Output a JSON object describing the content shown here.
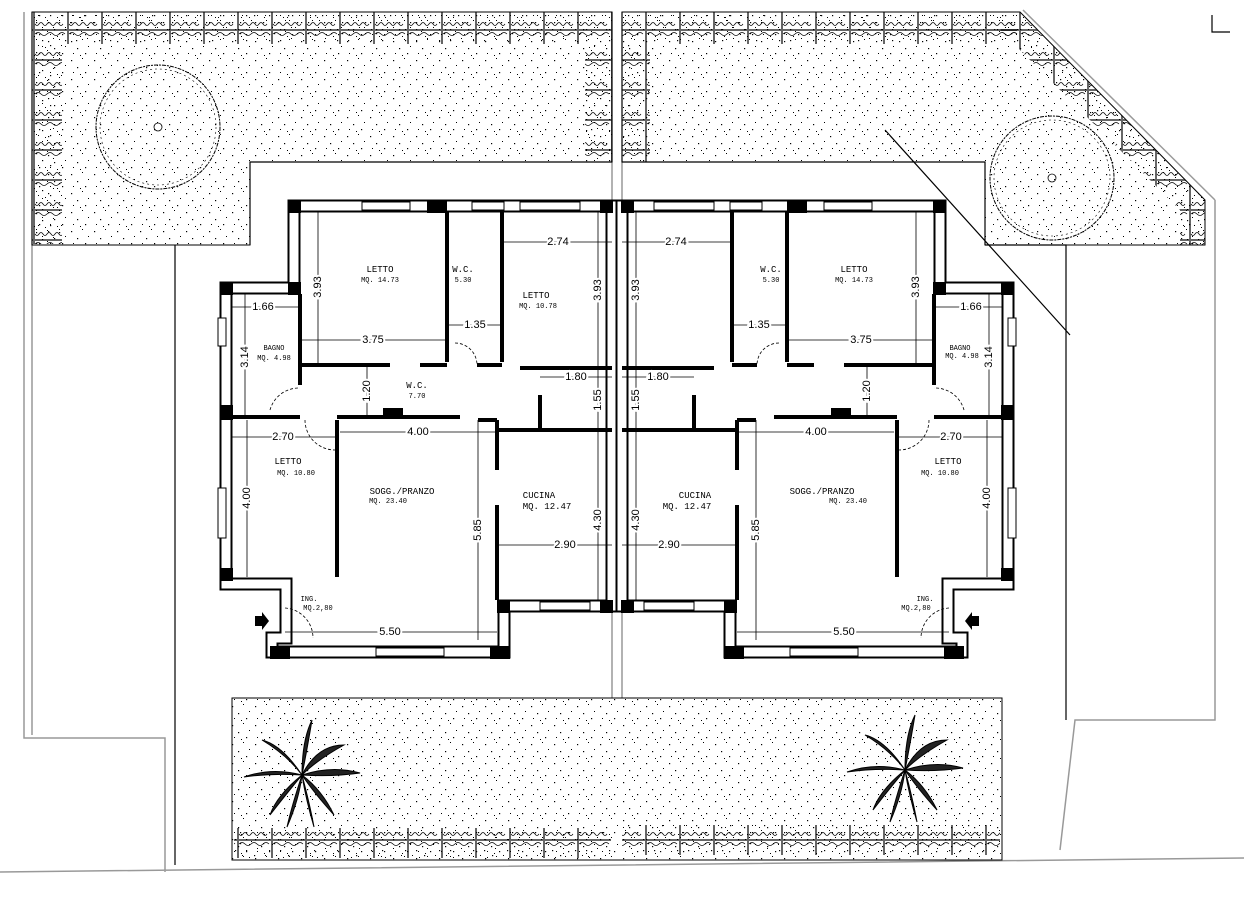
{
  "rooms": {
    "letto_a": {
      "name": "LETTO",
      "area": "MQ. 14.73"
    },
    "wc_a": {
      "name": "W.C.",
      "area": "5.30"
    },
    "letto_b": {
      "name": "LETTO",
      "area": "MQ. 10.78"
    },
    "bagno": {
      "name": "BAGNO",
      "area": "MQ. 4.98"
    },
    "wc_b": {
      "name": "W.C.",
      "area": "7.70"
    },
    "letto_c": {
      "name": "LETTO",
      "area": "MQ. 10.80"
    },
    "soggiorno": {
      "name": "SOGG./PRANZO",
      "area": "MQ. 23.40"
    },
    "cucina": {
      "name": "CUCINA",
      "area": "MQ. 12.47"
    },
    "ingresso": {
      "name": "ING.",
      "area": "MQ.2,80"
    }
  },
  "dims": {
    "letto_a_h": "3.93",
    "letto_a_w": "3.75",
    "wc_a_w": "1.35",
    "letto_b_w": "2.74",
    "letto_b_h": "3.93",
    "bagno_w": "1.66",
    "bagno_h": "3.14",
    "corr_h": "1.20",
    "corr_w": "1.80",
    "corr_h2": "1.55",
    "letto_c_w": "2.70",
    "sogg_w": "4.00",
    "letto_c_h": "4.00",
    "sogg_h": "5.85",
    "cucina_h": "4.30",
    "cucina_w": "2.90",
    "sogg_w2": "5.50"
  },
  "icons": [
    "tree-icon",
    "palm-tree-icon",
    "entry-arrow-icon",
    "hedge-icon"
  ]
}
